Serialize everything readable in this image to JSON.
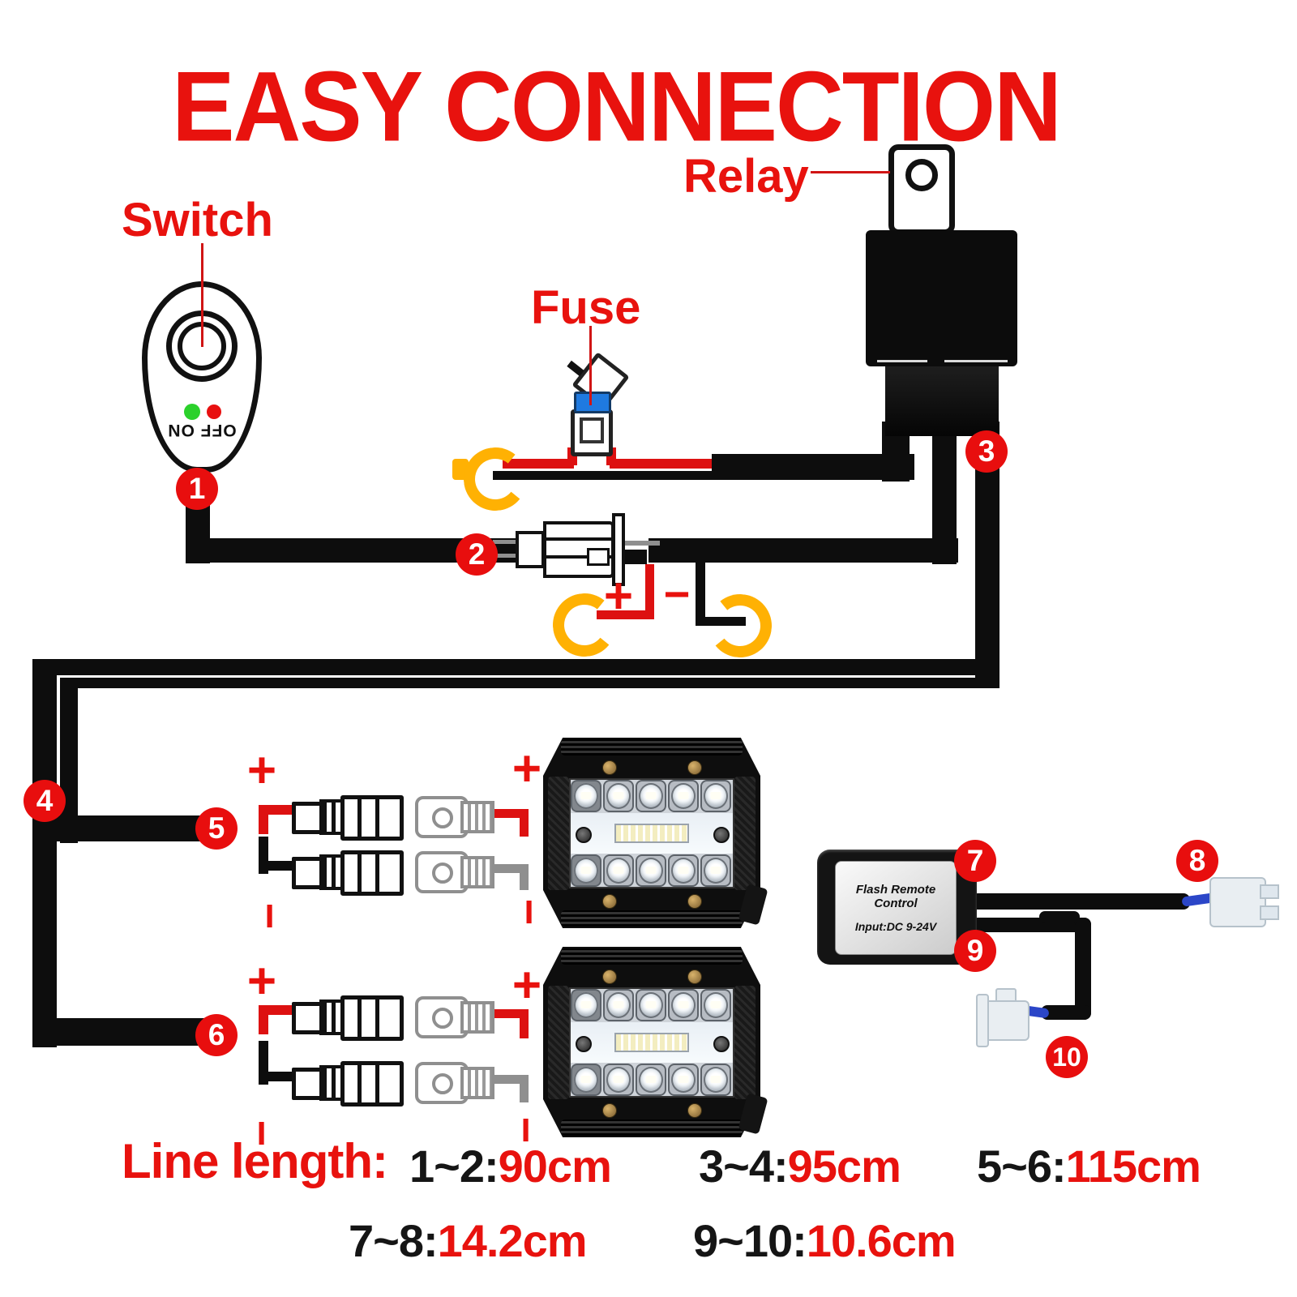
{
  "title": "EASY CONNECTION",
  "labels": {
    "switch": "Switch",
    "relay": "Relay",
    "fuse": "Fuse",
    "switch_onoff": "OFF ON"
  },
  "module": {
    "line1": "Flash Remote Control",
    "line2": "Input:DC 9-24V"
  },
  "markers": {
    "m1": "1",
    "m2": "2",
    "m3": "3",
    "m4": "4",
    "m5": "5",
    "m6": "6",
    "m7": "7",
    "m8": "8",
    "m9": "9",
    "m10": "10"
  },
  "polarity": {
    "plus": "+",
    "minus": "−"
  },
  "line_length": {
    "heading": "Line length:",
    "row1": [
      {
        "pair": "1~2:",
        "value": "90cm"
      },
      {
        "pair": "3~4:",
        "value": "95cm"
      },
      {
        "pair": "5~6:",
        "value": "115cm"
      }
    ],
    "row2": [
      {
        "pair": "7~8:",
        "value": "14.2cm"
      },
      {
        "pair": "9~10:",
        "value": "10.6cm"
      }
    ]
  },
  "colors": {
    "accent_red": "#e8120e",
    "wire_black": "#0d0d0d",
    "wire_red": "#dd1111",
    "wire_gray": "#8f8f8f",
    "terminal_yellow": "#ffb103",
    "fuse_blue": "#1f7ae0",
    "indicator_on_green": "#2bd12b",
    "indicator_off_red": "#e81010"
  }
}
